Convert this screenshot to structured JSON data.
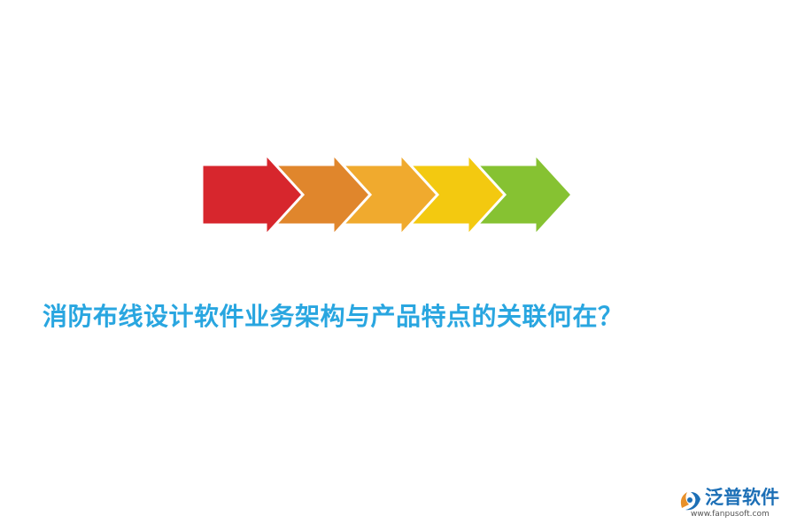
{
  "headline": {
    "text": "消防布线设计软件业务架构与产品特点的关联何在？",
    "color": "#29a6e0"
  },
  "arrows": {
    "colors": [
      "#d7262d",
      "#e0862c",
      "#f0aa2e",
      "#f3c910",
      "#86c232"
    ]
  },
  "brand": {
    "name": "泛普软件",
    "url": "www.fanpusoft.com",
    "name_color": "#1c6fb6",
    "mark_colors": [
      "#e8902a",
      "#1c6fb6"
    ]
  }
}
